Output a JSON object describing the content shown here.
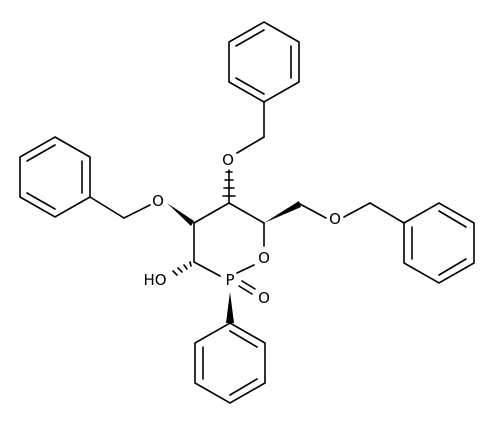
{
  "structure": {
    "atom_labels": {
      "o_ring": "O",
      "p_atom": "P",
      "p_oxo": "O",
      "hydroxyl": "HO",
      "o_benzyloxy_left": "O",
      "o_benzyloxy_top": "O",
      "o_benzyloxy_right": "O"
    }
  }
}
